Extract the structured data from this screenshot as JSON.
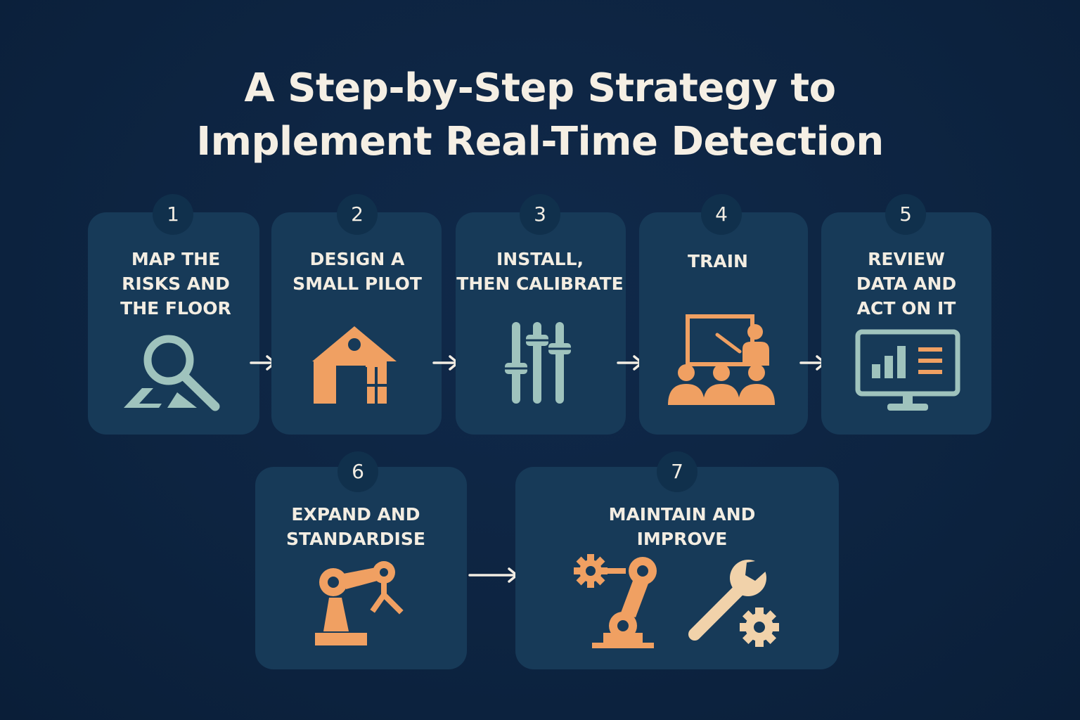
{
  "title": {
    "line1": "A Step-by-Step Strategy to",
    "line2": "Implement Real-Time Detection"
  },
  "colors": {
    "background": "#0d2441",
    "card": "#173a58",
    "badge": "#10304c",
    "accent_orange": "#f0a062",
    "accent_sage": "#9fc3bd",
    "accent_tan": "#f1d2aa",
    "text": "#f3ede2"
  },
  "steps": [
    {
      "number": "1",
      "line1": "MAP THE",
      "line2": "RISKS AND",
      "line3": "THE FLOOR",
      "icon": "magnifier-icon"
    },
    {
      "number": "2",
      "line1": "DESIGN A",
      "line2": "SMALL PILOT",
      "icon": "house-icon"
    },
    {
      "number": "3",
      "line1": "INSTALL,",
      "line2": "THEN CALIBRATE",
      "icon": "sliders-icon"
    },
    {
      "number": "4",
      "line1": "TRAIN",
      "icon": "presentation-icon"
    },
    {
      "number": "5",
      "line1": "REVIEW",
      "line2": "DATA AND",
      "line3": "ACT ON IT",
      "icon": "monitor-chart-icon"
    },
    {
      "number": "6",
      "line1": "EXPAND AND",
      "line2": "STANDARDISE",
      "icon": "robot-arm-icon"
    },
    {
      "number": "7",
      "line1": "MAINTAIN AND",
      "line2": "IMPROVE",
      "icon": "robot-arm-wrench-gear-icon"
    }
  ],
  "arrows": [
    "arrow-right-icon",
    "arrow-right-icon",
    "arrow-right-icon",
    "arrow-right-icon",
    "long-arrow-right-icon"
  ]
}
